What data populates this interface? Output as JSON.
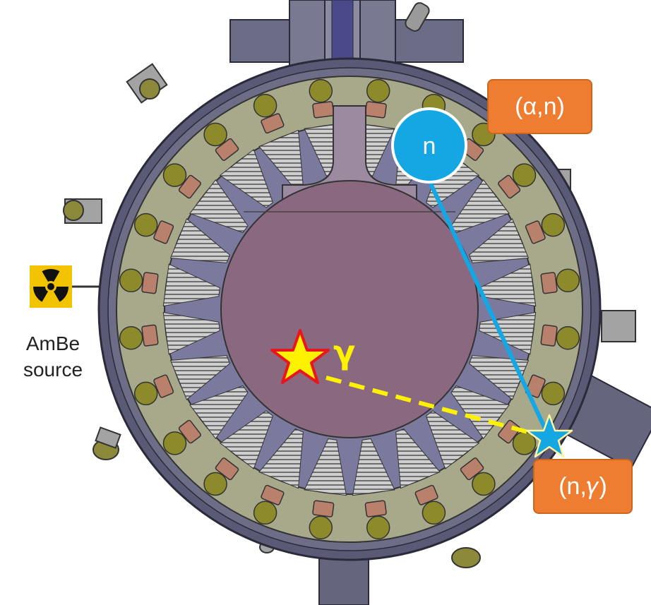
{
  "labels": {
    "alpha_n": "(α,n)",
    "n_gamma": "(n,𝛾)",
    "neutron": "n",
    "gamma": "γ",
    "source_line1": "AmBe",
    "source_line2": "source"
  },
  "icons": {
    "radiation": "radiation-trefoil-icon",
    "gamma_star": "red-star-icon",
    "capture_star": "blue-star-icon"
  },
  "colors": {
    "orange_box": "#ee7d31",
    "neutron_blue": "#15a6e4",
    "gamma_yellow": "#fff200",
    "star_red": "#e8161b",
    "target_fill": "#8a687f",
    "vessel": "#5b5a76",
    "radiation_bg": "#f2c300"
  }
}
